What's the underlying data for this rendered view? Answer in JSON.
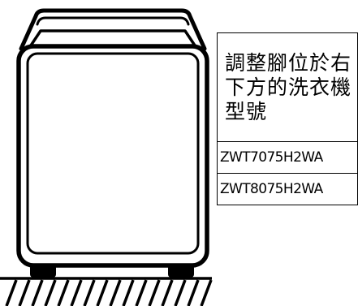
{
  "heading": "調整腳位於右下方的洗衣機型號",
  "models": [
    "ZWT7075H2WA",
    "ZWT8075H2WA"
  ]
}
